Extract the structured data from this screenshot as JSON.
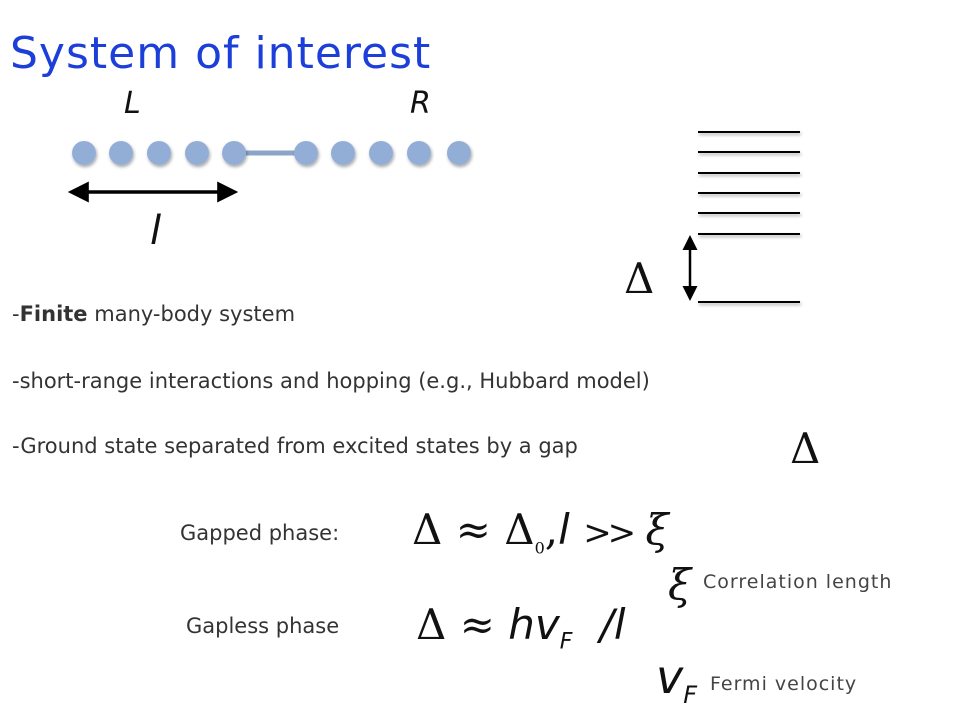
{
  "title": "System of interest",
  "chain": {
    "left_label": "L",
    "right_label": "R",
    "length_label": "l"
  },
  "levels": {
    "gap_symbol": "Δ"
  },
  "bullets": {
    "b1_dash": "-",
    "b1_bold": "Finite",
    "b1_rest": " many-body system",
    "b2": "-short-range interactions and hopping (e.g., Hubbard model)",
    "b3": "-Ground state separated from excited states by a gap",
    "b3_symbol": "Δ"
  },
  "gapped": {
    "label": "Gapped phase:",
    "eq_delta": "Δ",
    "eq_approx": "≈",
    "eq_delta0": "Δ",
    "eq_sub0": "0",
    "eq_comma": ",",
    "eq_l": "l",
    "eq_gg": ">>",
    "eq_xi": "ξ"
  },
  "corr": {
    "symbol": "ξ",
    "label": "Correlation length"
  },
  "gapless": {
    "label": "Gapless phase",
    "eq_delta": "Δ",
    "eq_approx": "≈",
    "eq_h": "hv",
    "eq_sub": "F",
    "eq_slash": "/",
    "eq_l": "l"
  },
  "fermi": {
    "symbol": "v",
    "sub": "F",
    "label": "Fermi velocity"
  }
}
